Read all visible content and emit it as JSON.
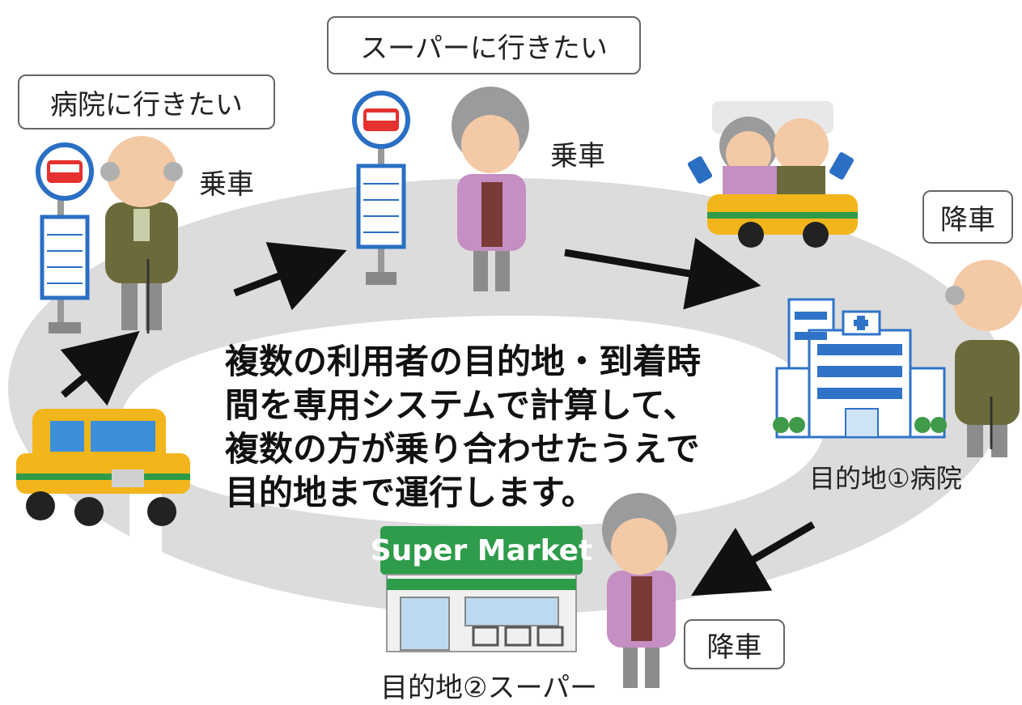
{
  "bubbles": {
    "hospital_wish": "病院に行きたい",
    "super_wish": "スーパーに行きたい",
    "drop_hospital": "降車",
    "drop_super": "降車"
  },
  "labels": {
    "board_1": "乗車",
    "board_2": "乗車",
    "destination_1": "目的地①病院",
    "destination_2": "目的地②スーパー"
  },
  "store_sign": "Super Market",
  "center_text": [
    "複数の利用者の目的地・到着時",
    "間を専用システムで計算して、",
    "複数の方が乗り合わせたうえで",
    "目的地まで運行します。"
  ],
  "colors": {
    "road": "#dcdcdc",
    "taxi_body": "#f3b51c",
    "taxi_stripe": "#2f9b48",
    "store_green": "#2e9c4a",
    "bus_sign_red": "#e5312f",
    "bus_sign_ring": "#2a6fc4",
    "hospital_blue": "#2f73c8",
    "arrow": "#111111"
  }
}
